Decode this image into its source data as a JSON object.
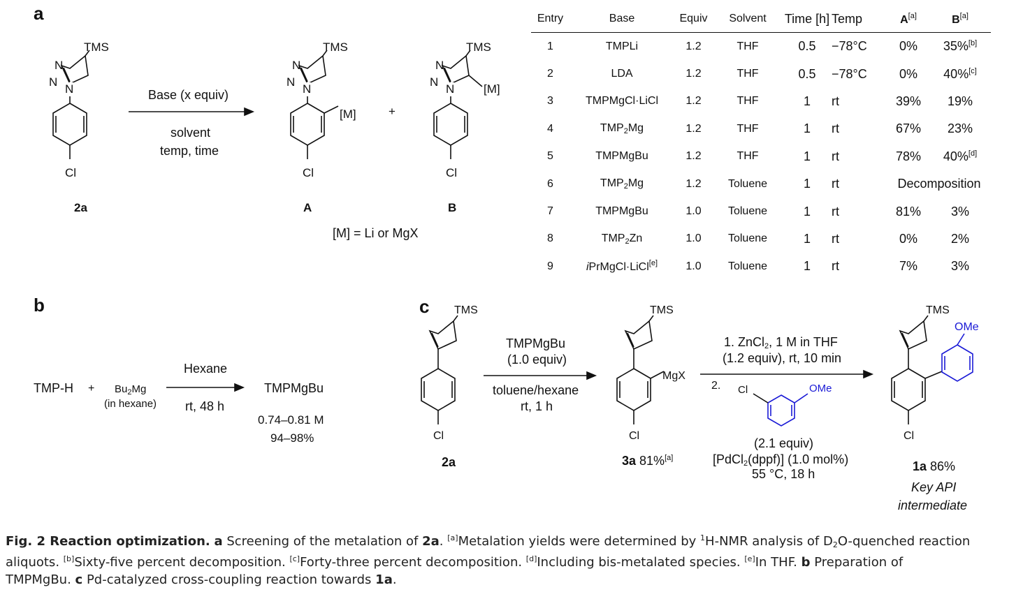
{
  "panels": {
    "a": "a",
    "b": "b",
    "c": "c"
  },
  "panel_a": {
    "tms": "TMS",
    "cl": "Cl",
    "m": "[M]",
    "n": "N",
    "compound_2a": "2a",
    "compound_A": "A",
    "compound_B": "B",
    "plus": "+",
    "arrow_top": "Base (x equiv)",
    "arrow_bottom_1": "solvent",
    "arrow_bottom_2": "temp, time",
    "m_def": "[M] = Li or MgX"
  },
  "table": {
    "headers": [
      "Entry",
      "Base",
      "Equiv",
      "Solvent",
      "Time [h]",
      "Temp",
      "A",
      "B"
    ],
    "header_sup": {
      "A": "[a]",
      "B": "[a]"
    },
    "rows": [
      {
        "entry": "1",
        "base": "TMPLi",
        "equiv": "1.2",
        "solvent": "THF",
        "time": "0.5",
        "temp": "−78°C",
        "A": "0%",
        "B": "35%",
        "B_sup": "[b]"
      },
      {
        "entry": "2",
        "base": "LDA",
        "equiv": "1.2",
        "solvent": "THF",
        "time": "0.5",
        "temp": "−78°C",
        "A": "0%",
        "B": "40%",
        "B_sup": "[c]"
      },
      {
        "entry": "3",
        "base": "TMPMgCl·LiCl",
        "equiv": "1.2",
        "solvent": "THF",
        "time": "1",
        "temp": "rt",
        "A": "39%",
        "B": "19%"
      },
      {
        "entry": "4",
        "base_pre": "TMP",
        "base_sub": "2",
        "base_post": "Mg",
        "equiv": "1.2",
        "solvent": "THF",
        "time": "1",
        "temp": "rt",
        "A": "67%",
        "B": "23%"
      },
      {
        "entry": "5",
        "base": "TMPMgBu",
        "equiv": "1.2",
        "solvent": "THF",
        "time": "1",
        "temp": "rt",
        "A": "78%",
        "B": "40%",
        "B_sup": "[d]"
      },
      {
        "entry": "6",
        "base_pre": "TMP",
        "base_sub": "2",
        "base_post": "Mg",
        "equiv": "1.2",
        "solvent": "Toluene",
        "time": "1",
        "temp": "rt",
        "AB": "Decomposition"
      },
      {
        "entry": "7",
        "base": "TMPMgBu",
        "equiv": "1.0",
        "solvent": "Toluene",
        "time": "1",
        "temp": "rt",
        "A": "81%",
        "B": "3%"
      },
      {
        "entry": "8",
        "base_pre": "TMP",
        "base_sub": "2",
        "base_post": "Zn",
        "equiv": "1.0",
        "solvent": "Toluene",
        "time": "1",
        "temp": "rt",
        "A": "0%",
        "B": "2%"
      },
      {
        "entry": "9",
        "base_italic": "i",
        "base": "PrMgCl·LiCl",
        "base_sup": "[e]",
        "equiv": "1.0",
        "solvent": "Toluene",
        "time": "1",
        "temp": "rt",
        "A": "7%",
        "B": "3%"
      }
    ]
  },
  "panel_b": {
    "tmph": "TMP-H",
    "plus": "+",
    "bu2mg_pre": "Bu",
    "bu2mg_sub": "2",
    "bu2mg_post": "Mg",
    "bu2mg_note": "(in hexane)",
    "arrow_top": "Hexane",
    "arrow_bottom": "rt, 48 h",
    "product": "TMPMgBu",
    "conc": "0.74–0.81 M",
    "yield": "94–98%"
  },
  "panel_c": {
    "tms": "TMS",
    "cl": "Cl",
    "mgx": "MgX",
    "ome": "OMe",
    "compound_2a": "2a",
    "step1_top_1": "TMPMgBu",
    "step1_top_2": "(1.0 equiv)",
    "step1_bottom_1": "toluene/hexane",
    "step1_bottom_2": "rt, 1 h",
    "compound_3a": "3a",
    "yield_3a": " 81%",
    "yield_3a_sup": "[a]",
    "step2_line1_pre": "1. ZnCl",
    "step2_line1_sub": "2",
    "step2_line1_post": ", 1 M in THF",
    "step2_line2": "(1.2 equiv), rt, 10 min",
    "step2_num": "2.",
    "reagent_equiv": "(2.1 equiv)",
    "catalyst_pre": "[PdCl",
    "catalyst_sub": "2",
    "catalyst_post": "(dppf)] (1.0 mol%)",
    "conditions": "55 °C, 18 h",
    "compound_1a": "1a",
    "yield_1a": " 86%",
    "note_1": "Key API",
    "note_2": "intermediate"
  },
  "caption": {
    "fig_label": "Fig. 2 Reaction optimization.",
    "a_label": "a",
    "a_text": " Screening of the metalation of ",
    "a_cpd": "2a",
    "a_text2": ". ",
    "fn_a": "[a]",
    "fn_a_text": "Metalation yields were determined by ",
    "nmr_sup": "1",
    "nmr_text": "H-NMR analysis of D",
    "d2o_sub": "2",
    "d2o_text": "O-quenched reaction",
    "line2_start": "aliquots. ",
    "fn_b": "[b]",
    "fn_b_text": "Sixty-five percent decomposition. ",
    "fn_c": "[c]",
    "fn_c_text": "Forty-three percent decomposition. ",
    "fn_d": "[d]",
    "fn_d_text": "Including bis-metalated species. ",
    "fn_e": "[e]",
    "fn_e_text": "In THF. ",
    "b_label": "b",
    "b_text": " Preparation of",
    "line3_start": "TMPMgBu. ",
    "c_label": "c",
    "c_text": " Pd-catalyzed cross-coupling reaction towards ",
    "c_cpd": "1a",
    "c_end": "."
  }
}
